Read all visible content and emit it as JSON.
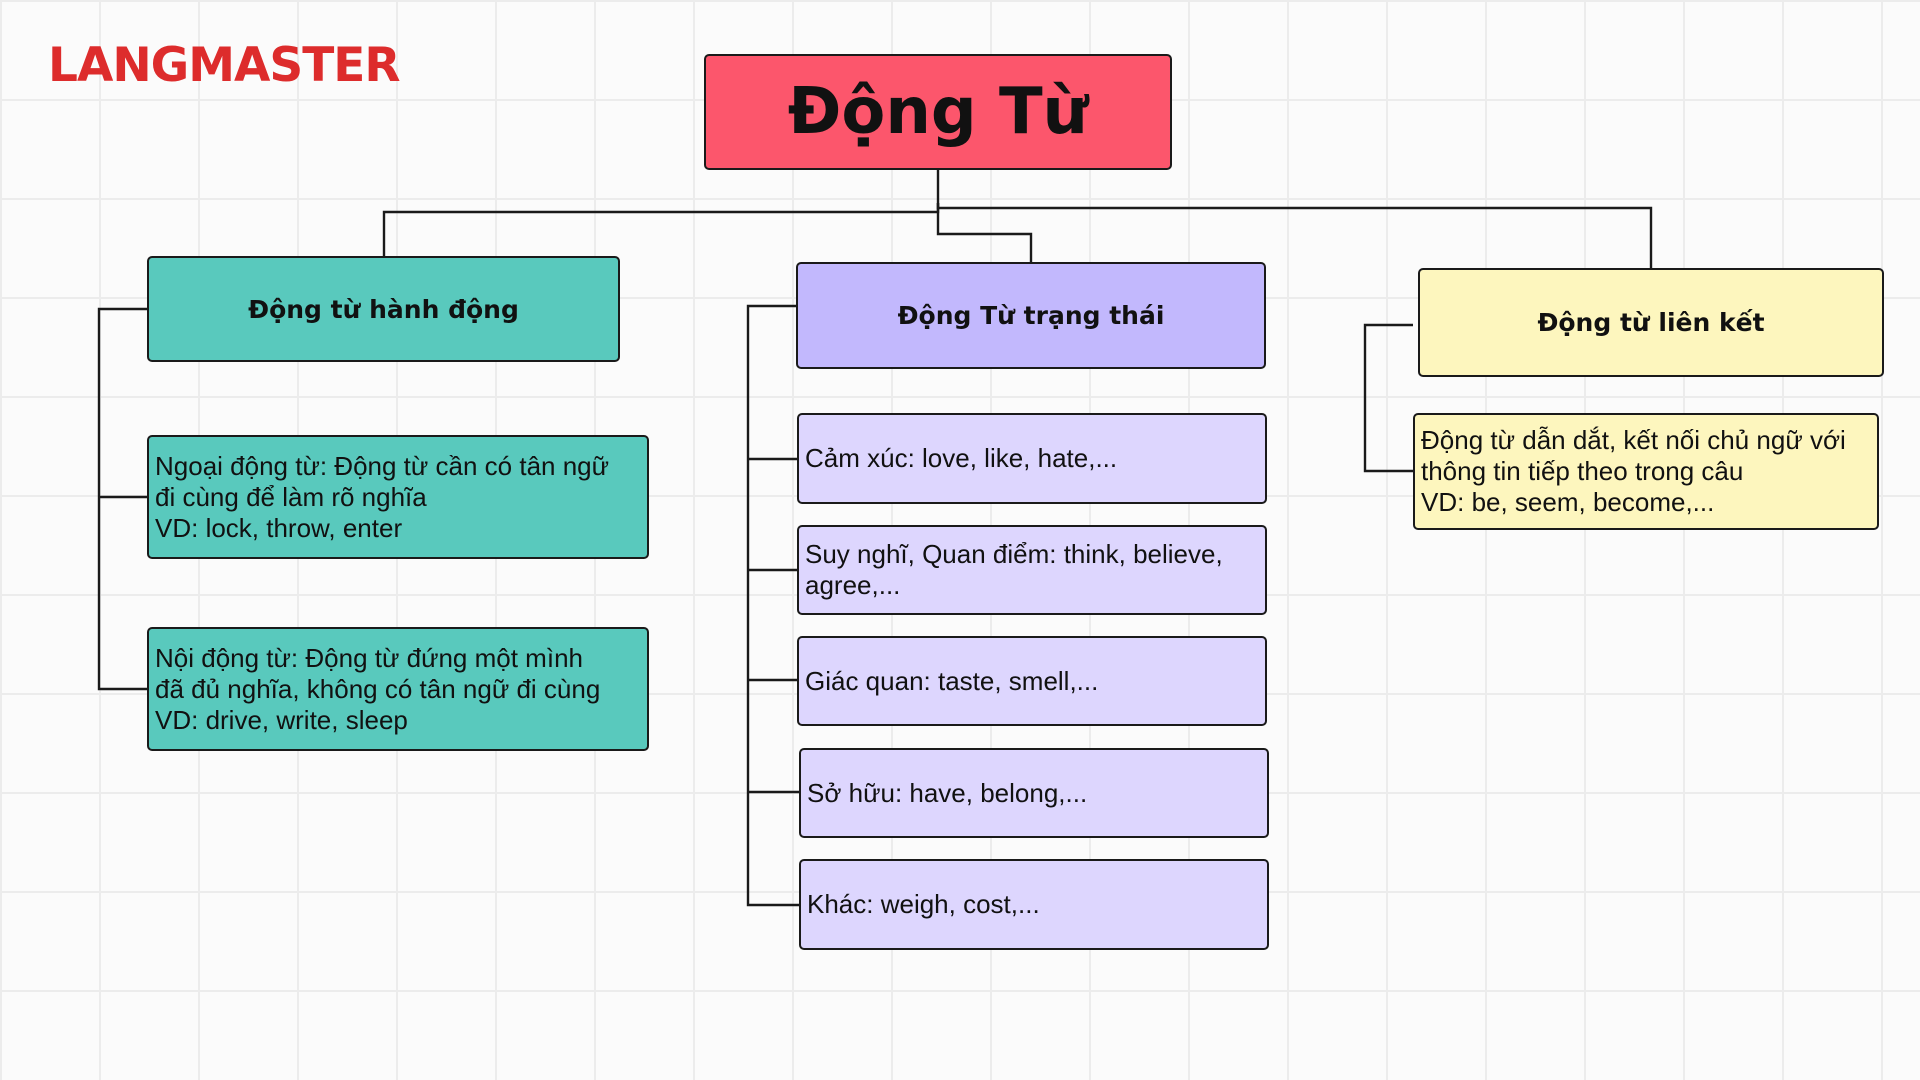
{
  "logo": {
    "text": "LANGMASTER"
  },
  "colors": {
    "brand_red": "#dd2c2c",
    "root_fill": "#fc566c",
    "action_fill": "#59c9bd",
    "state_fill": "#c2b8fd",
    "state_leaf_fill": "#ddd6fe",
    "linking_fill": "#fdf6be",
    "line": "#1a1a1a"
  },
  "root": {
    "title": "Động Từ"
  },
  "categories": {
    "action": {
      "title": "Động từ hành động",
      "items": [
        {
          "lines": [
            "Ngoại động từ: Động từ cần có tân ngữ",
            "đi cùng để làm rõ nghĩa",
            "VD: lock, throw, enter"
          ]
        },
        {
          "lines": [
            "Nội động từ: Động từ đứng một mình",
            "đã đủ nghĩa, không có tân ngữ đi cùng",
            "VD: drive, write, sleep"
          ]
        }
      ]
    },
    "state": {
      "title": "Động Từ trạng thái",
      "items": [
        {
          "lines": [
            "Cảm xúc: love, like, hate,..."
          ]
        },
        {
          "lines": [
            "Suy nghĩ, Quan điểm: think, believe,",
            "agree,..."
          ]
        },
        {
          "lines": [
            "Giác quan: taste, smell,..."
          ]
        },
        {
          "lines": [
            "Sở hữu: have, belong,..."
          ]
        },
        {
          "lines": [
            "Khác: weigh, cost,..."
          ]
        }
      ]
    },
    "linking": {
      "title": "Động từ liên kết",
      "items": [
        {
          "lines": [
            "Động từ dẫn dắt, kết nối chủ ngữ với",
            "thông tin tiếp theo trong câu",
            "VD: be, seem, become,..."
          ]
        }
      ]
    }
  }
}
